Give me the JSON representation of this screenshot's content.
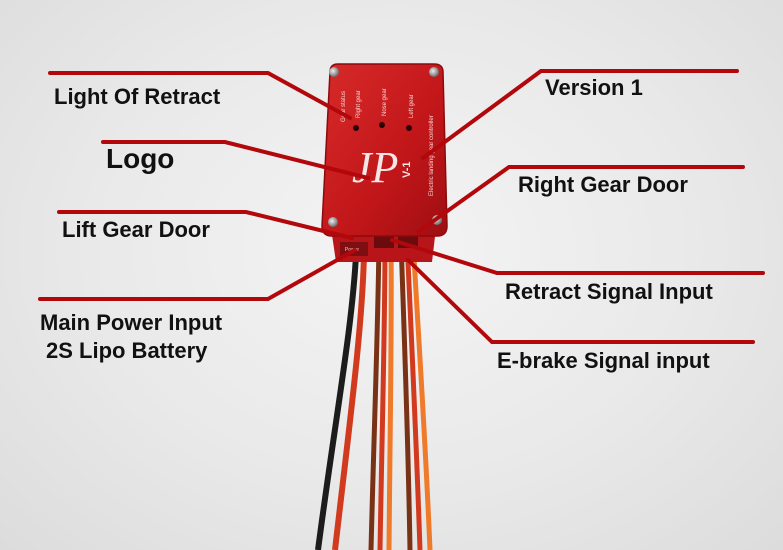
{
  "labels": {
    "light_of_retract": "Light Of Retract",
    "logo": "Logo",
    "lift_gear_door": "Lift Gear Door",
    "main_power_line1": "Main Power Input",
    "main_power_line2": "2S Lipo Battery",
    "version": "Version 1",
    "right_gear_door": "Right Gear Door",
    "retract_signal": "Retract Signal Input",
    "ebrake_signal": "E-brake Signal input"
  },
  "device": {
    "gear_status": "Gear status",
    "right_gear": "Right gear",
    "nose_gear": "Nose gear",
    "left_gear": "Left gear",
    "logo_text": "JP",
    "model": "V-1",
    "subtitle": "Electric landing gear controller"
  },
  "colors": {
    "leader_line": "#b3080b",
    "device_body": "#c8161a",
    "wire_black": "#1c1c1c",
    "wire_red": "#d23a1f",
    "wire_orange": "#ef7a2a",
    "wire_brown": "#7a3216"
  }
}
